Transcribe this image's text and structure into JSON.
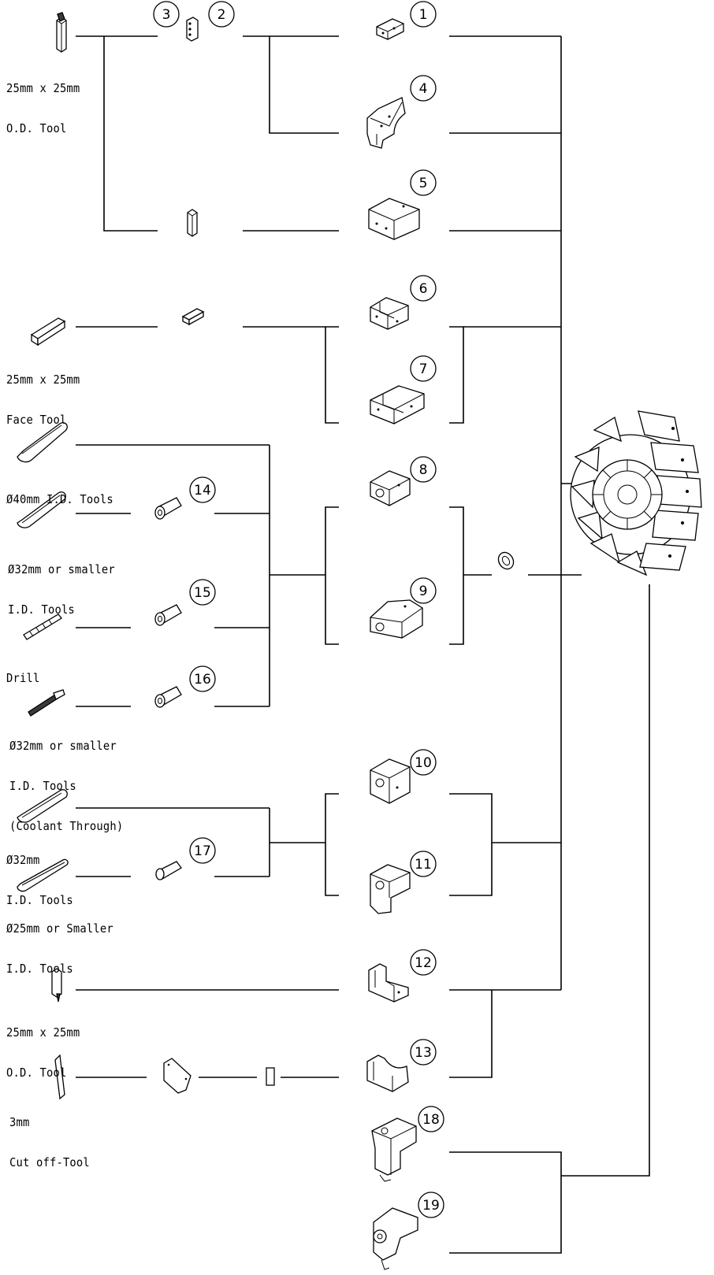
{
  "labels": {
    "od_tool_1": [
      "25mm x 25mm",
      "O.D. Tool"
    ],
    "face_tool": [
      "25mm x 25mm",
      "Face Tool"
    ],
    "id_40": [
      "Ø40mm I.D. Tools"
    ],
    "id_32_a": [
      "Ø32mm or smaller",
      "I.D. Tools"
    ],
    "drill": [
      "Drill"
    ],
    "id_32_coolant": [
      "Ø32mm or smaller",
      "I.D. Tools",
      "(Coolant Through)"
    ],
    "id_32_b": [
      "Ø32mm",
      "I.D. Tools"
    ],
    "id_25": [
      "Ø25mm or Smaller",
      "I.D. Tools"
    ],
    "od_tool_2": [
      "25mm x 25mm",
      "O.D. Tool"
    ],
    "cutoff": [
      "3mm",
      "Cut off-Tool"
    ]
  },
  "part_numbers": [
    "1",
    "2",
    "3",
    "4",
    "5",
    "6",
    "7",
    "8",
    "9",
    "10",
    "11",
    "12",
    "13",
    "14",
    "15",
    "16",
    "17",
    "18",
    "19"
  ]
}
